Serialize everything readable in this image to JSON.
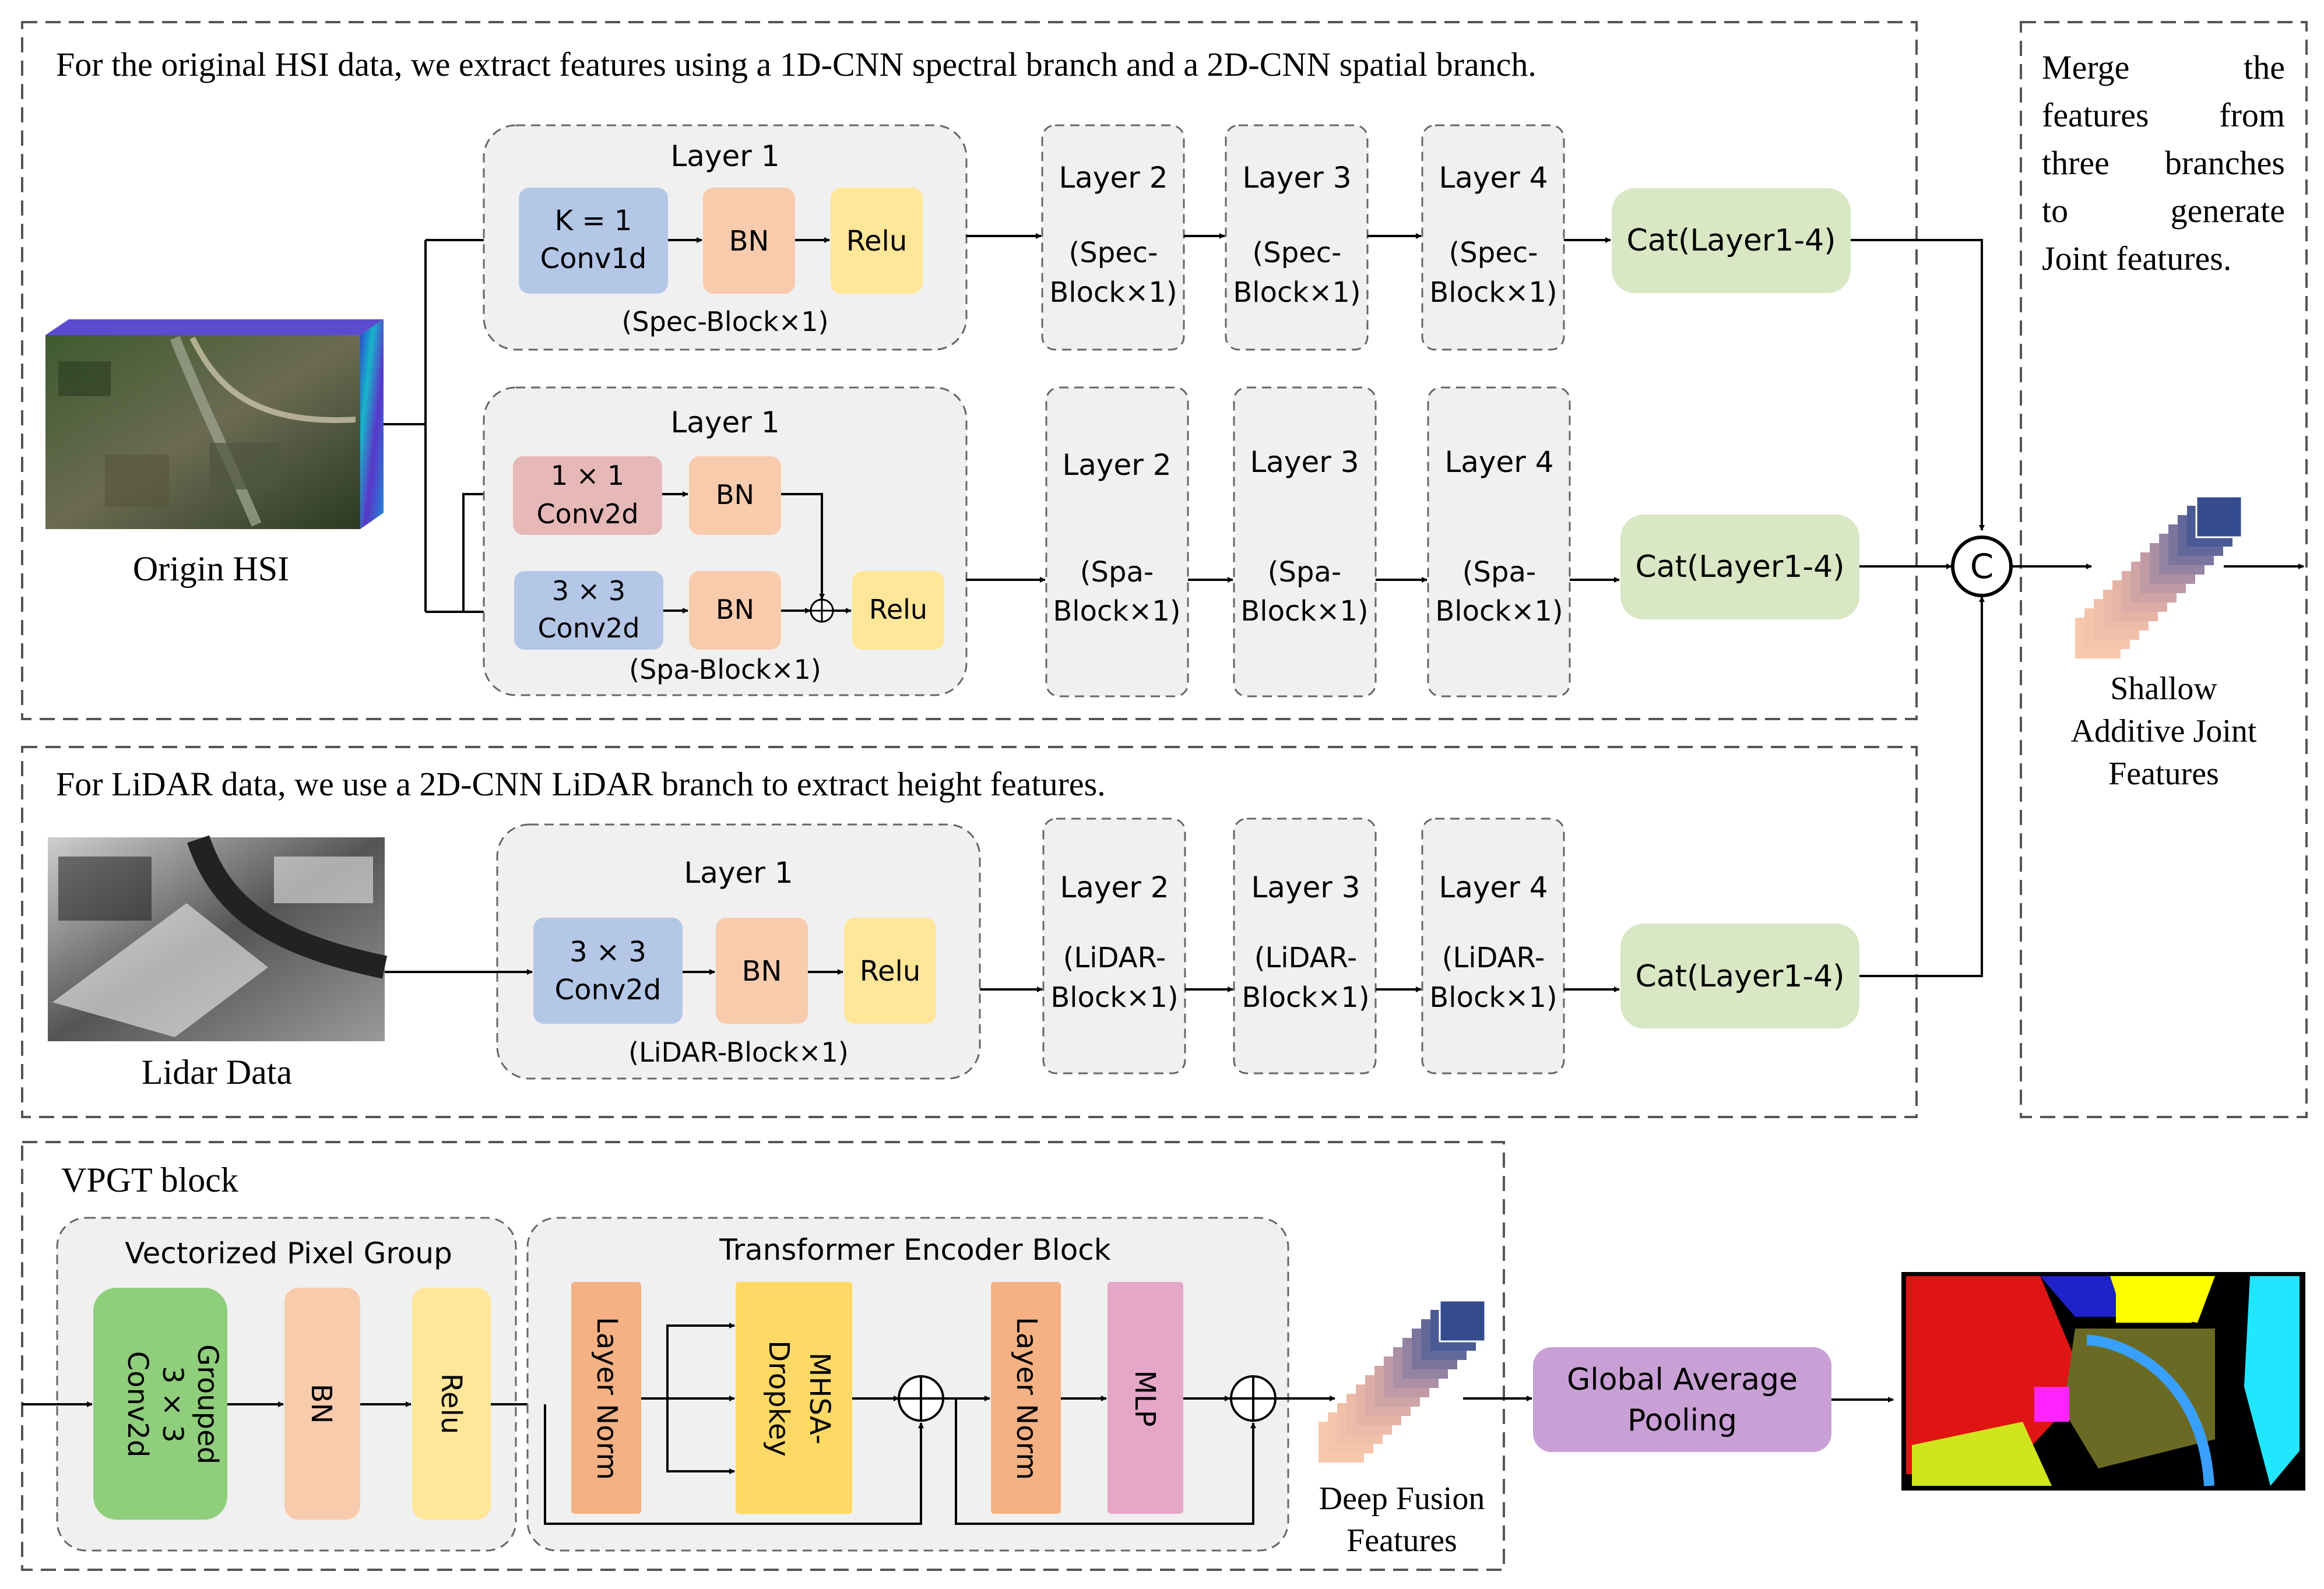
{
  "hsi_section": {
    "caption": "For the original HSI data, we extract features using a 1D-CNN spectral branch and a 2D-CNN spatial branch.",
    "input_label": "Origin HSI",
    "spec_branch": {
      "layer1_title": "Layer 1",
      "conv_line1": "K = 1",
      "conv_line2": "Conv1d",
      "bn": "BN",
      "relu": "Relu",
      "block_label": "(Spec-Block×1)",
      "layers": [
        {
          "title": "Layer 2",
          "line1": "(Spec-",
          "line2": "Block×1)"
        },
        {
          "title": "Layer 3",
          "line1": "(Spec-",
          "line2": "Block×1)"
        },
        {
          "title": "Layer 4",
          "line1": "(Spec-",
          "line2": "Block×1)"
        }
      ],
      "cat": "Cat(Layer1-4)"
    },
    "spa_branch": {
      "layer1_title": "Layer 1",
      "conv1_line1": "1 × 1",
      "conv1_line2": "Conv2d",
      "conv3_line1": "3 × 3",
      "conv3_line2": "Conv2d",
      "bn": "BN",
      "relu": "Relu",
      "block_label": "(Spa-Block×1)",
      "layers": [
        {
          "title": "Layer 2",
          "line1": "(Spa-",
          "line2": "Block×1)"
        },
        {
          "title": "Layer 3",
          "line1": "(Spa-",
          "line2": "Block×1)"
        },
        {
          "title": "Layer 4",
          "line1": "(Spa-",
          "line2": "Block×1)"
        }
      ],
      "cat": "Cat(Layer1-4)"
    }
  },
  "lidar_section": {
    "caption": "For LiDAR data, we use a 2D-CNN LiDAR branch to extract height features.",
    "input_label": "Lidar Data",
    "layer1_title": "Layer 1",
    "conv_line1": "3 × 3",
    "conv_line2": "Conv2d",
    "bn": "BN",
    "relu": "Relu",
    "block_label": "(LiDAR-Block×1)",
    "layers": [
      {
        "title": "Layer 2",
        "line1": "(LiDAR-",
        "line2": "Block×1)"
      },
      {
        "title": "Layer 3",
        "line1": "(LiDAR-",
        "line2": "Block×1)"
      },
      {
        "title": "Layer 4",
        "line1": "(LiDAR-",
        "line2": "Block×1)"
      }
    ],
    "cat": "Cat(Layer1-4)"
  },
  "merge_section": {
    "text_lines": [
      [
        "Merge",
        "the"
      ],
      [
        "features",
        "from"
      ],
      [
        "three",
        "branches"
      ],
      [
        "to",
        "generate"
      ],
      [
        "Joint features.",
        ""
      ]
    ],
    "concat_symbol": "C",
    "output_lines": [
      "Shallow",
      "Additive Joint",
      "Features"
    ]
  },
  "vpgt_section": {
    "title": "VPGT block",
    "vpg_title": "Vectorized Pixel Group",
    "grouped_lines": [
      "Grouped",
      "3 × 3",
      "Conv2d"
    ],
    "bn": "BN",
    "relu": "Relu",
    "encoder_title": "Transformer Encoder Block",
    "layer_norm_1": "Layer Norm",
    "mhsa_lines": [
      "MHSA-",
      "Dropkey"
    ],
    "layer_norm_2": "Layer Norm",
    "mlp": "MLP",
    "deep_lines": [
      "Deep Fusion",
      "Features"
    ],
    "gap_lines": [
      "Global Average",
      "Pooling"
    ]
  },
  "colors": {
    "conv_blue": "#b4c7e7",
    "bn_orange": "#f8cbad",
    "relu_yellow": "#ffe699",
    "conv_red": "#e6b8b7",
    "cat_green": "#d9e7c5",
    "grouped_green": "#8fce7b",
    "layer_norm_orange": "#f4b183",
    "mhsa_yellow": "#ffd966",
    "mlp_pink": "#e6a6c8",
    "gap_purple": "#c9a0d6",
    "panel_gray": "#f0f0f0"
  }
}
